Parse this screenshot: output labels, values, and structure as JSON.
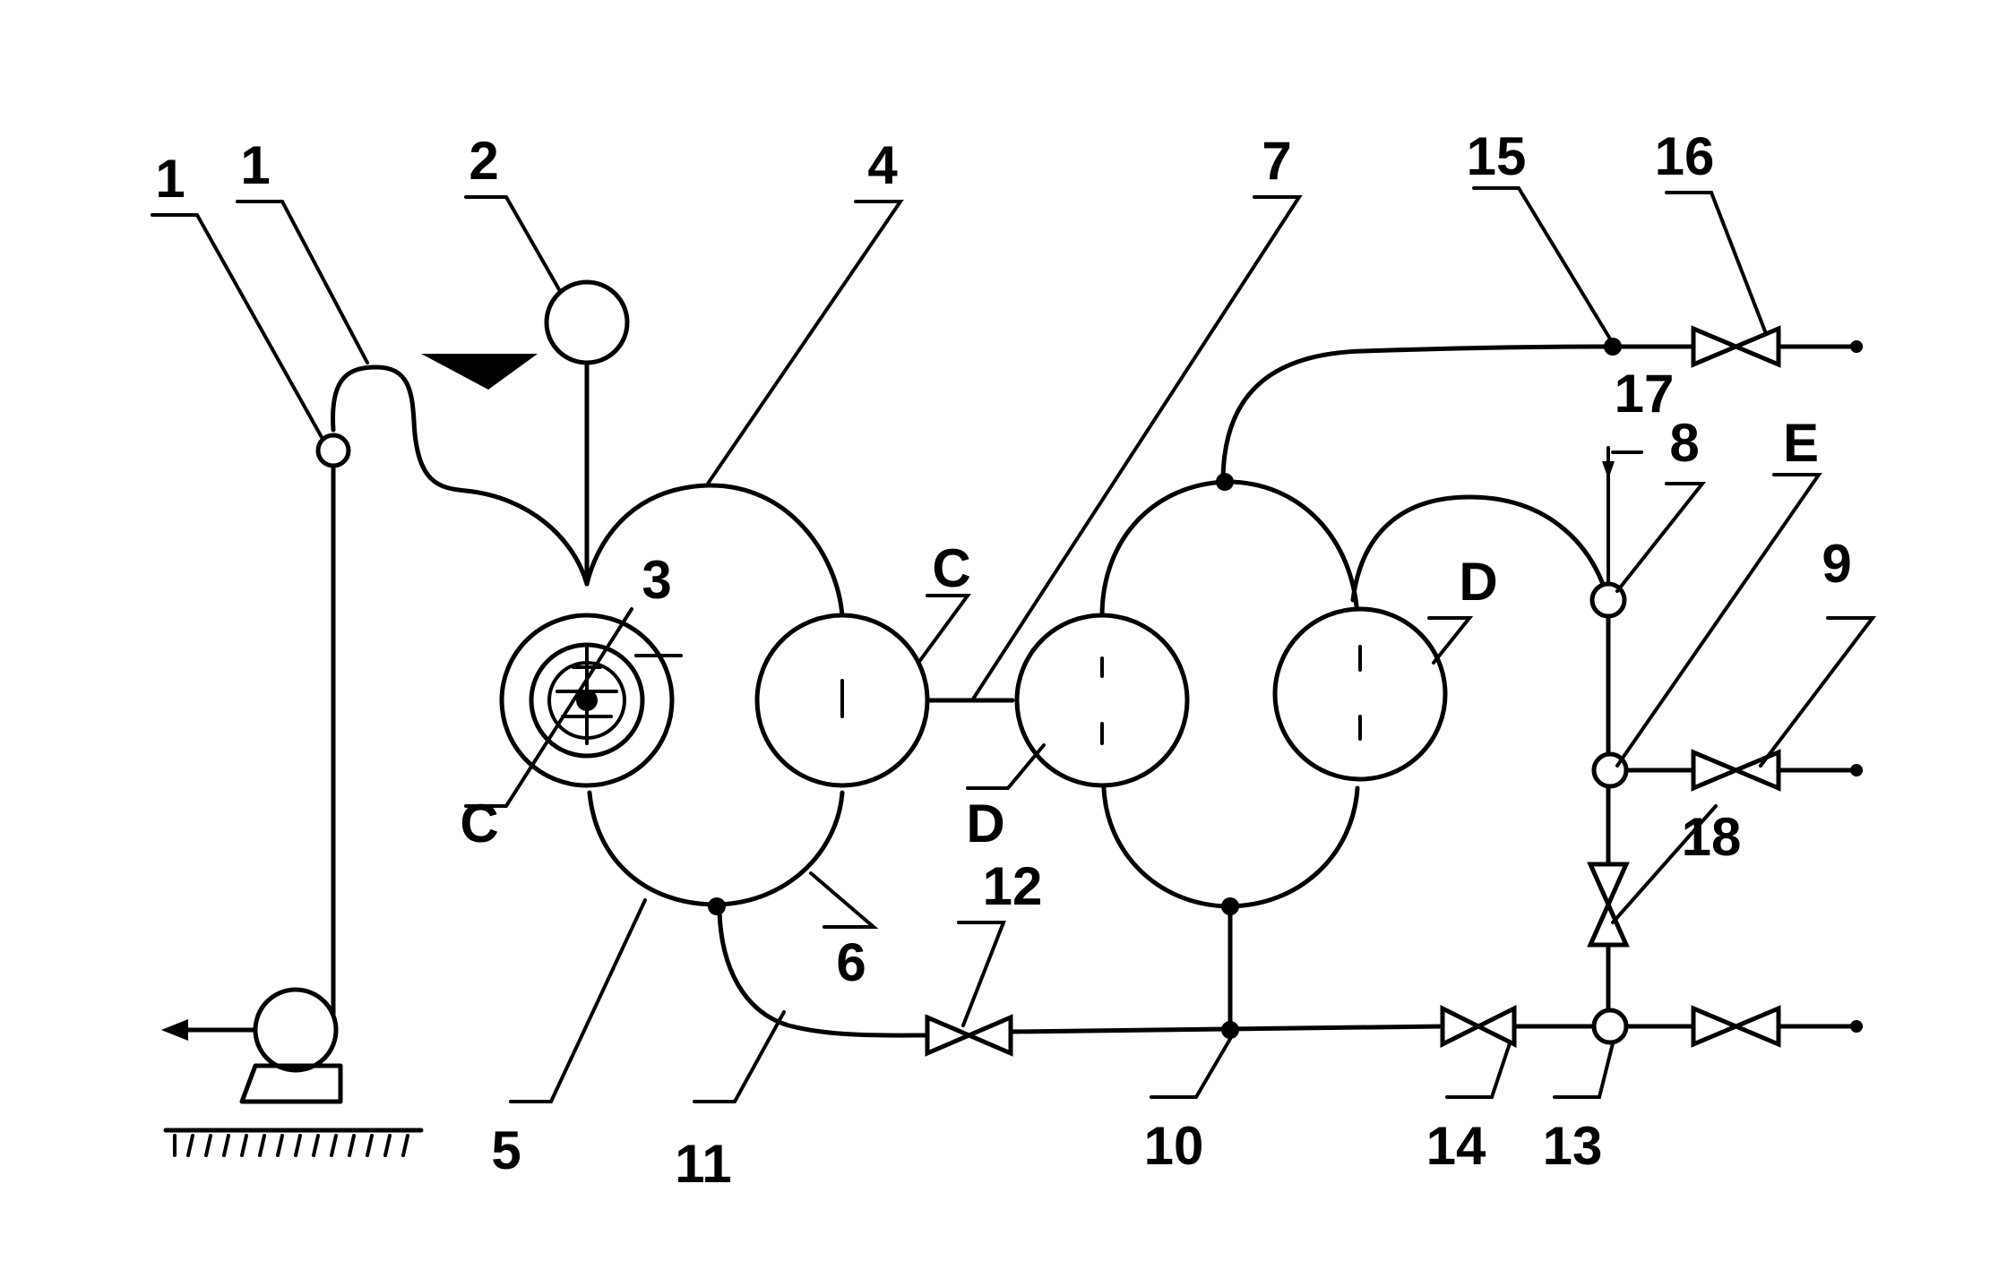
{
  "labels": {
    "l1a": "1",
    "l1b": "1",
    "l2": "2",
    "l3": "3",
    "l4": "4",
    "l5": "5",
    "l6": "6",
    "l7": "7",
    "l8": "8",
    "l9": "9",
    "l10": "10",
    "l11": "11",
    "l12": "12",
    "l13": "13",
    "l14": "14",
    "l15": "15",
    "l16": "16",
    "l17": "17",
    "l18": "18",
    "lC1": "C",
    "lC2": "C",
    "lD1": "D",
    "lD2": "D",
    "lE": "E"
  }
}
